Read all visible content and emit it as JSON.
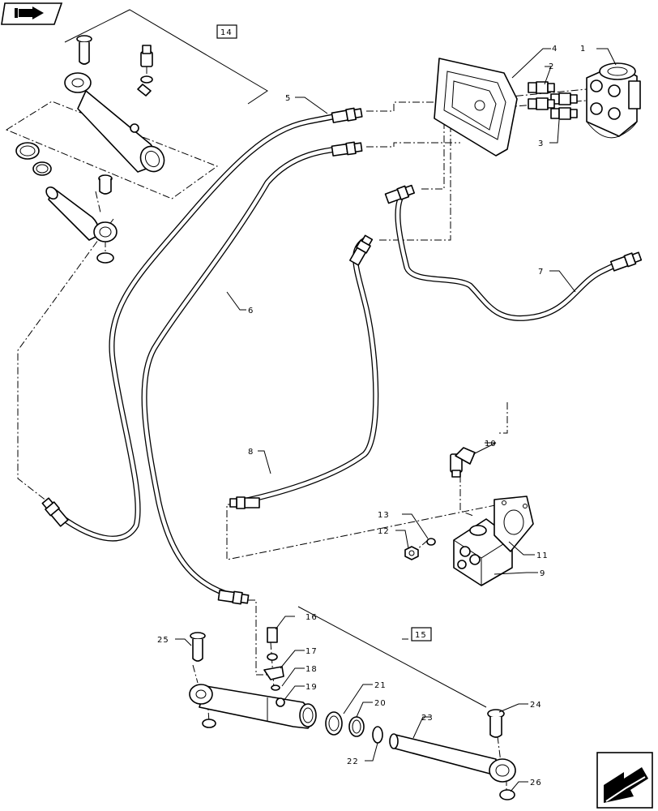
{
  "callouts": {
    "c1": "1",
    "c2": "2",
    "c3": "3",
    "c4": "4",
    "c5": "5",
    "c6": "6",
    "c7": "7",
    "c8": "8",
    "c9": "9",
    "c10": "10",
    "c11": "11",
    "c12": "12",
    "c13": "13",
    "c14": "14",
    "c15": "15",
    "c16": "16",
    "c17": "17",
    "c18": "18",
    "c19": "19",
    "c20": "20",
    "c21": "21",
    "c22": "22",
    "c23": "23",
    "c24": "24",
    "c25": "25",
    "c26": "26"
  },
  "icons": {
    "top_left": "book-arrow-icon",
    "bottom_right": "next-page-arrow-icon"
  }
}
